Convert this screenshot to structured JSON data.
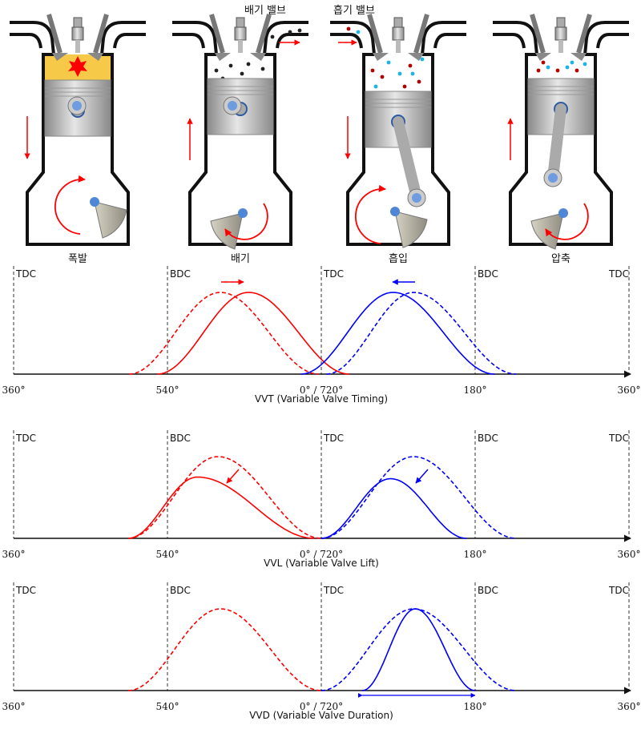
{
  "valve_labels": {
    "exhaust": "배기 밸브",
    "intake": "흡기 밸브"
  },
  "strokes": [
    {
      "label": "폭발",
      "piston_direction": "down",
      "crank_rotation": "clockwise",
      "combustion": true,
      "gas": "none"
    },
    {
      "label": "배기",
      "piston_direction": "up",
      "crank_rotation": "counterclockwise",
      "combustion": false,
      "gas": "exhaust"
    },
    {
      "label": "흡입",
      "piston_direction": "down",
      "crank_rotation": "clockwise",
      "combustion": false,
      "gas": "intake"
    },
    {
      "label": "압축",
      "piston_direction": "up",
      "crank_rotation": "counterclockwise",
      "combustion": false,
      "gas": "compressed"
    }
  ],
  "colors": {
    "exhaust": "#ff0000",
    "intake": "#0000ff",
    "combustion": "#f7c948",
    "exhaust_gas": "#222222",
    "fuel": "#b00000",
    "air": "#19b4e8"
  },
  "chart_data": [
    {
      "type": "line",
      "title": "VVT (Variable Valve Timing)",
      "x_tick_labels": [
        "360°",
        "540°",
        "0° / 720°",
        "180°",
        "360°"
      ],
      "x_ticks_deg": [
        360,
        540,
        720,
        180,
        360
      ],
      "markers": [
        {
          "label": "TDC",
          "deg": 360
        },
        {
          "label": "BDC",
          "deg": 540
        },
        {
          "label": "TDC",
          "deg": 720
        },
        {
          "label": "BDC",
          "deg": 180
        },
        {
          "label": "TDC",
          "deg": 360
        }
      ],
      "curves": [
        {
          "valve": "exhaust",
          "style": "dashed",
          "open": 495,
          "peak": 602,
          "close": 717,
          "lift": 1.0
        },
        {
          "valve": "exhaust",
          "style": "solid",
          "open": 528,
          "peak": 635,
          "close": 33,
          "lift": 1.0
        },
        {
          "valve": "intake",
          "style": "solid",
          "open": 696,
          "peak": 84,
          "close": 203,
          "lift": 1.0
        },
        {
          "valve": "intake",
          "style": "dashed",
          "open": 6,
          "peak": 108,
          "close": 228,
          "lift": 1.0
        }
      ],
      "annotations": [
        {
          "type": "arrow-right",
          "valve": "exhaust"
        },
        {
          "type": "arrow-left",
          "valve": "intake"
        }
      ]
    },
    {
      "type": "line",
      "title": "VVL (Variable Valve Lift)",
      "x_tick_labels": [
        "360°",
        "540°",
        "0° / 720°",
        "180°",
        "360°"
      ],
      "x_ticks_deg": [
        360,
        540,
        720,
        180,
        360
      ],
      "markers": [
        {
          "label": "TDC",
          "deg": 360
        },
        {
          "label": "BDC",
          "deg": 540
        },
        {
          "label": "TDC",
          "deg": 720
        },
        {
          "label": "BDC",
          "deg": 180
        },
        {
          "label": "TDC",
          "deg": 360
        }
      ],
      "curves": [
        {
          "valve": "exhaust",
          "style": "dashed",
          "open": 494,
          "peak": 599,
          "close": 720,
          "lift": 1.0
        },
        {
          "valve": "exhaust",
          "style": "solid",
          "open": 494,
          "peak": 575,
          "close": 712,
          "lift": 0.75
        },
        {
          "valve": "intake",
          "style": "dashed",
          "open": 0,
          "peak": 108,
          "close": 228,
          "lift": 1.0
        },
        {
          "valve": "intake",
          "style": "solid",
          "open": 0,
          "peak": 81,
          "close": 170,
          "lift": 0.73
        }
      ],
      "annotations": [
        {
          "type": "arrow-down",
          "valve": "exhaust"
        },
        {
          "type": "arrow-down",
          "valve": "intake"
        }
      ]
    },
    {
      "type": "line",
      "title": "VVD (Variable Valve Duration)",
      "x_tick_labels": [
        "360°",
        "540°",
        "0° / 720°",
        "180°",
        "360°"
      ],
      "x_ticks_deg": [
        360,
        540,
        720,
        180,
        360
      ],
      "markers": [
        {
          "label": "TDC",
          "deg": 360
        },
        {
          "label": "BDC",
          "deg": 540
        },
        {
          "label": "TDC",
          "deg": 720
        },
        {
          "label": "BDC",
          "deg": 180
        },
        {
          "label": "TDC",
          "deg": 360
        }
      ],
      "curves": [
        {
          "valve": "exhaust",
          "style": "dashed",
          "open": 494,
          "peak": 602,
          "close": 720,
          "lift": 1.0
        },
        {
          "valve": "intake",
          "style": "dashed",
          "open": 0,
          "peak": 108,
          "close": 228,
          "lift": 1.0
        },
        {
          "valve": "intake",
          "style": "solid",
          "open": 48,
          "peak": 110,
          "close": 180,
          "lift": 1.0
        }
      ],
      "annotations": [
        {
          "type": "double-arrow",
          "valve": "intake",
          "from": 48,
          "to": 180
        }
      ]
    }
  ]
}
